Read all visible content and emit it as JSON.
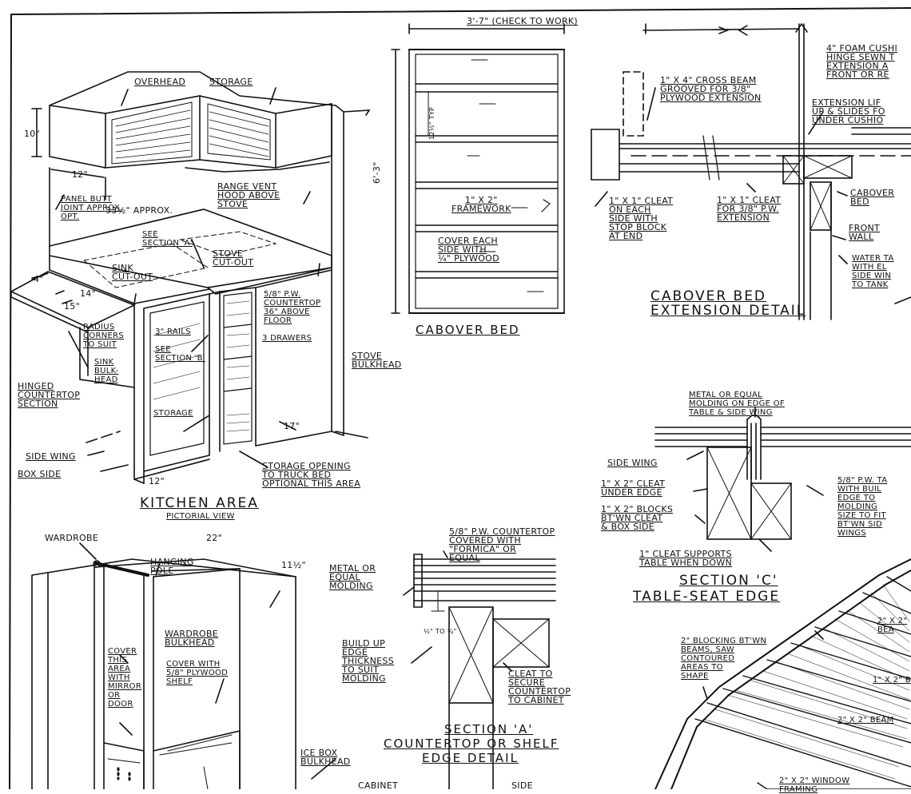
{
  "kitchen": {
    "title": "KITCHEN AREA",
    "subtitle": "PICTORIAL VIEW",
    "overhead": "OVERHEAD",
    "storage": "STORAGE",
    "dim_10": "10\"",
    "dim_12": "12\"",
    "panel_butt": "PANEL BUTT\nJOINT APPROX.\nOPT.",
    "approx": "33½\" APPROX.",
    "range_vent": "RANGE VENT\nHOOD ABOVE\nSTOVE",
    "see_section_a": "SEE\nSECTION 'A'",
    "stove_cutout": "STOVE\nCUT-OUT",
    "sink_cutout": "SINK\nCUT-OUT",
    "dim_14": "14\"",
    "dim_15": "15\"",
    "dim_4": "4\"",
    "countertop": "5/8\" P.W.\nCOUNTERTOP\n36\" ABOVE\nFLOOR",
    "radius": "RADIUS\nCORNERS\nTO SUIT",
    "rails": "3\" RAILS",
    "see_section_b": "SEE\nSECTION 'B'",
    "drawers": "3 DRAWERS",
    "sink_bulkhead": "SINK\nBULK-\nHEAD",
    "hinged": "HINGED\nCOUNTERTOP\nSECTION",
    "storage2": "STORAGE",
    "stove_bulkhead": "STOVE\nBULKHEAD",
    "dim_17": "17\"",
    "side_wing": "SIDE WING",
    "box_side": "BOX SIDE",
    "dim_12b": "12\"",
    "storage_opening": "STORAGE OPENING\nTO TRUCK BED\nOPTIONAL THIS AREA"
  },
  "cabover": {
    "dim_top": "3'-7\" (CHECK TO WORK)",
    "dim_side": "6'-3\"",
    "dim_typ": "12½\" TYP",
    "framework": "1\" X 2\"\nFRAMEWORK",
    "cover": "COVER EACH\nSIDE WITH\n¼\" PLYWOOD",
    "title": "CABOVER BED"
  },
  "extension": {
    "cross_beam": "1\" X 4\" CROSS BEAM\nGROOVED FOR 3/8\"\nPLYWOOD EXTENSION",
    "foam": "4\" FOAM CUSHI\nHINGE SEWN T\nEXTENSION A\nFRONT OR RE",
    "lifts": "EXTENSION LIF\nUP & SLIDES FO\nUNDER CUSHIO",
    "cleat1": "1\" X 1\" CLEAT\nON EACH\nSIDE WITH\nSTOP BLOCK\nAT END",
    "cleat2": "1\" X 1\" CLEAT\nFOR 3/8\" P.W.\nEXTENSION",
    "cabover_bed": "CABOVER\nBED",
    "front_wall": "FRONT\nWALL",
    "water_tank": "WATER TA\nWITH EL\nSIDE WIN\nTO TANK",
    "title1": "CABOVER BED",
    "title2": "EXTENSION DETAIL"
  },
  "section_c": {
    "metal": "METAL OR EQUAL\nMOLDING ON EDGE OF\nTABLE & SIDE WING",
    "side_wing": "SIDE WING",
    "cleat_under": "1\" X 2\" CLEAT\nUNDER EDGE",
    "blocks": "1\" X 2\" BLOCKS\nBT'WN CLEAT\n& BOX SIDE",
    "supports": "1\" CLEAT SUPPORTS\nTABLE WHEN DOWN",
    "pw_table": "5/8\" P.W. TA\nWITH BUIL\nEDGE TO\nMOLDING\nSIZE TO FIT\nBT'WN SID\nWINGS",
    "title1": "SECTION 'C'",
    "title2": "TABLE-SEAT EDGE"
  },
  "section_a": {
    "countertop": "5/8\" P.W. COUNTERTOP\nCOVERED WITH\n\"FORMICA\" OR\nEQUAL",
    "metal": "METAL OR\nEQUAL\nMOLDING",
    "build_up": "BUILD UP\nEDGE\nTHICKNESS\nTO SUIT\nMOLDING",
    "half": "½\" TO ¾\"",
    "cleat": "CLEAT TO\nSECURE\nCOUNTERTOP\nTO CABINET",
    "title1": "SECTION 'A'",
    "title2": "COUNTERTOP OR SHELF",
    "title3": "EDGE DETAIL",
    "cabinet": "CABINET",
    "side": "SIDE"
  },
  "wardrobe": {
    "wardrobe": "WARDROBE",
    "dim_22": "22\"",
    "dim_11": "11½\"",
    "hanging": "HANGING\nPOLE",
    "bulkhead": "WARDROBE\nBULKHEAD",
    "cover_ply": "COVER WITH\n5/8\" PLYWOOD\nSHELF",
    "cover_area": "COVER\nTHIS\nAREA\nWITH\nMIRROR\nOR\nDOOR",
    "icebox": "ICE BOX\nBULKHEAD"
  },
  "roof": {
    "blocking": "2\" BLOCKING BT'WN\nBEAMS, SAW\nCONTOURED\nAREAS TO\nSHAPE",
    "beam1": "2\" X 2\"\nBEA",
    "beam2": "1\" X 2\" B",
    "beam3": "2\" X 2\" BEAM",
    "window": "2\" X 2\" WINDOW\nFRAMING"
  }
}
